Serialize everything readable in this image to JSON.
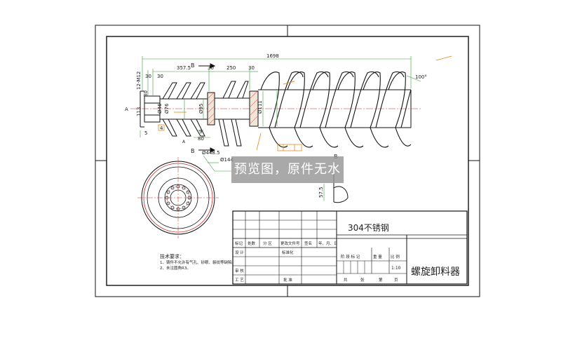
{
  "dimensions": {
    "overall": "1698",
    "d357": "357.5",
    "d30a": "30",
    "d30b": "30",
    "d250": "250",
    "d30c": "30",
    "d30d": "30",
    "d100": "100°",
    "d12m12": "12-M12",
    "d30v": "30",
    "d113": "113",
    "d5": "5",
    "d4": "4",
    "d9": "9",
    "d80": "80",
    "d448": "Ø448.5",
    "d144": "Ø144",
    "d57": "57.5",
    "phi46": "Ø46",
    "phi76": "Ø76",
    "phi95": "Ø95",
    "phi111": "Ø111"
  },
  "section_labels": {
    "b_top": "B",
    "b_bottom": "B",
    "a_left": "A",
    "a_mark": "A",
    "b_right": "B"
  },
  "watermark": "预览图，原件无水印",
  "material": "304不锈钢",
  "title": "螺旋卸料器",
  "scale": "1:10",
  "title_block": {
    "row_headers": [
      "标记",
      "处数",
      "分 区",
      "更改文件号",
      "签名",
      "年、月、日"
    ],
    "design": "设 计",
    "standard": "标准化",
    "review": "审 核",
    "process": "工 艺",
    "approve": "批 准",
    "stage_headers": [
      "阶 段 标 记",
      "重 量",
      "比 例"
    ],
    "sheets": [
      "共",
      "张",
      "第",
      "页"
    ]
  },
  "notes": {
    "heading": "技术要求：",
    "line1": "1、铸件不允许有气孔、砂眼、裂纹等缺陷。",
    "line2": "2、未注圆角R3。"
  },
  "colors": {
    "line": "#111111",
    "dimension": "#3a9a3a",
    "centerline": "#c62828",
    "annotation": "#e07b00",
    "watermark": "#969696"
  }
}
